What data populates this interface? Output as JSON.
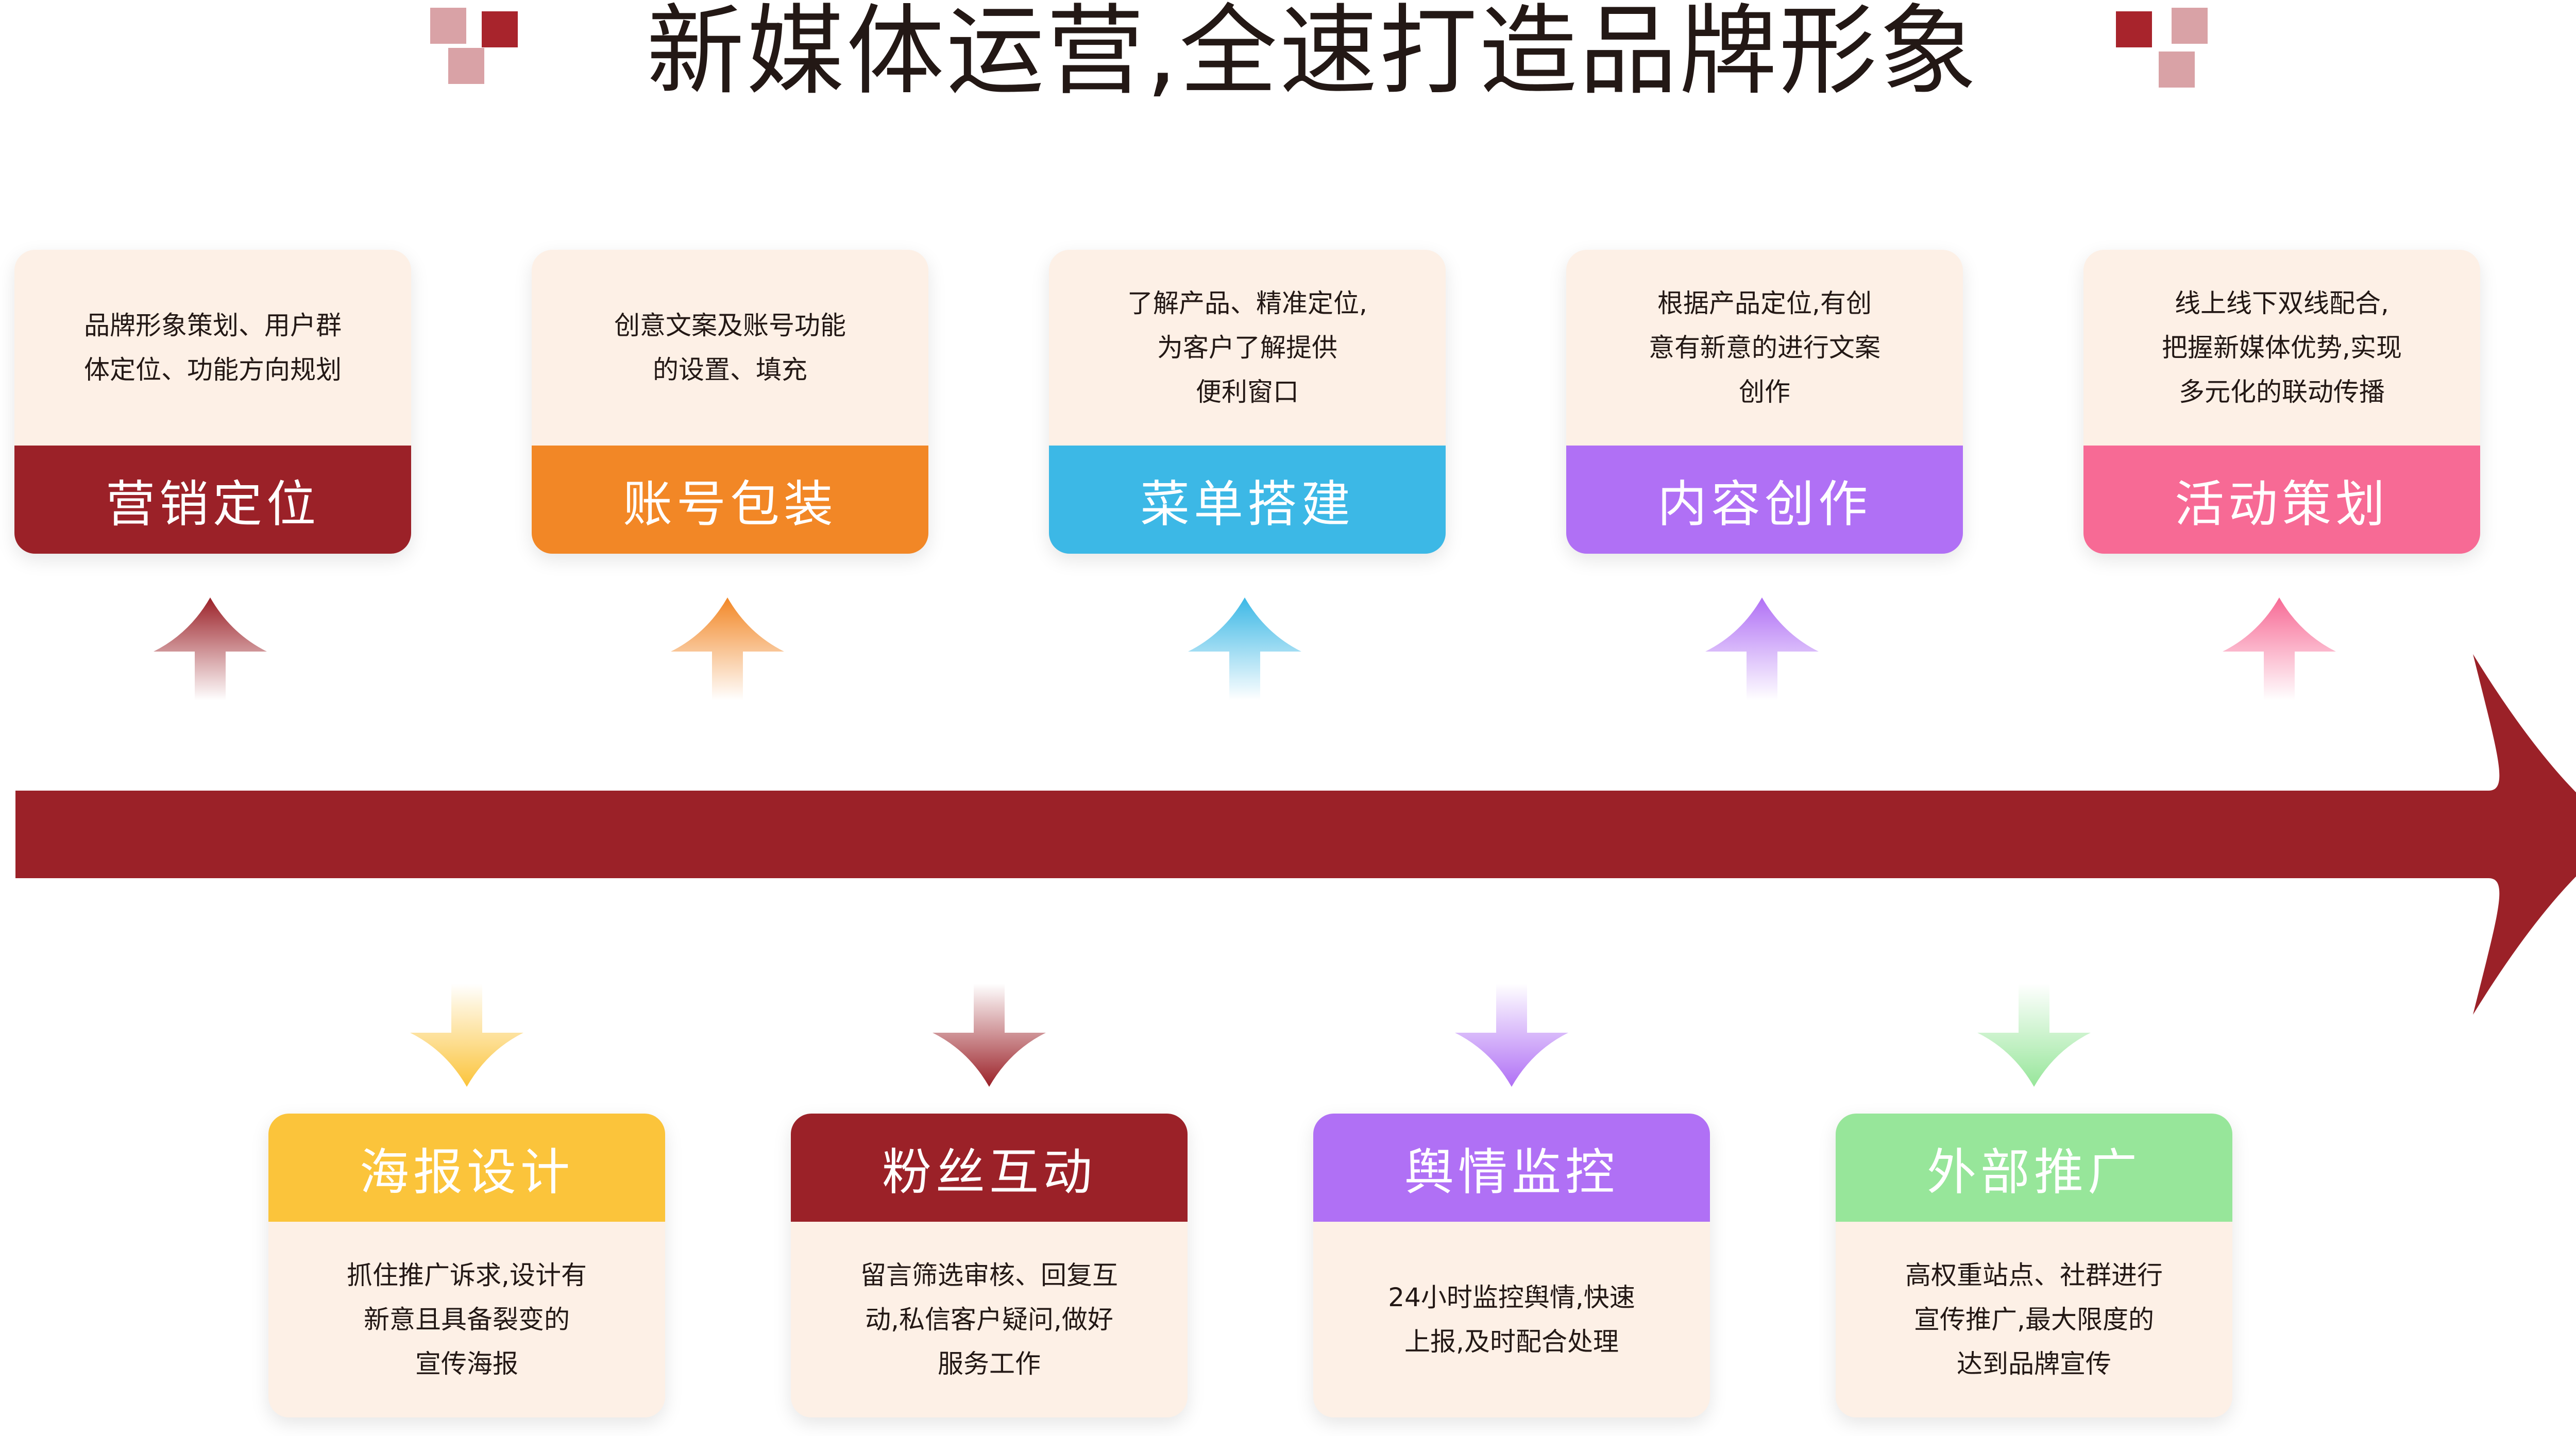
{
  "title": "新媒体运营,全速打造品牌形象",
  "colors": {
    "main_arrow": "#9b2128",
    "card_bg": "#fdf0e6",
    "title_text": "#231815",
    "deco_dark": "#a8242c",
    "deco_light": "#d9a2a6"
  },
  "top_cards": [
    {
      "label": "营销定位",
      "desc": "品牌形象策划、用户群\n体定位、功能方向规划",
      "color": "#9b2128"
    },
    {
      "label": "账号包装",
      "desc": "创意文案及账号功能\n的设置、填充",
      "color": "#f28726"
    },
    {
      "label": "菜单搭建",
      "desc": "了解产品、精准定位,\n为客户了解提供\n便利窗口",
      "color": "#3cb8e6"
    },
    {
      "label": "内容创作",
      "desc": "根据产品定位,有创\n意有新意的进行文案\n创作",
      "color": "#b070f5"
    },
    {
      "label": "活动策划",
      "desc": "线上线下双线配合,\n把握新媒体优势,实现\n多元化的联动传播",
      "color": "#f76a95"
    }
  ],
  "bottom_cards": [
    {
      "label": "海报设计",
      "desc": "抓住推广诉求,设计有\n新意且具备裂变的\n宣传海报",
      "color": "#fbc43b"
    },
    {
      "label": "粉丝互动",
      "desc": "留言筛选审核、回复互\n动,私信客户疑问,做好\n服务工作",
      "color": "#9b2128"
    },
    {
      "label": "舆情监控",
      "desc": "24小时监控舆情,快速\n上报,及时配合处理",
      "color": "#b070f5"
    },
    {
      "label": "外部推广",
      "desc": "高权重站点、社群进行\n宣传推广,最大限度的\n达到品牌宣传",
      "color": "#97e69a"
    }
  ]
}
